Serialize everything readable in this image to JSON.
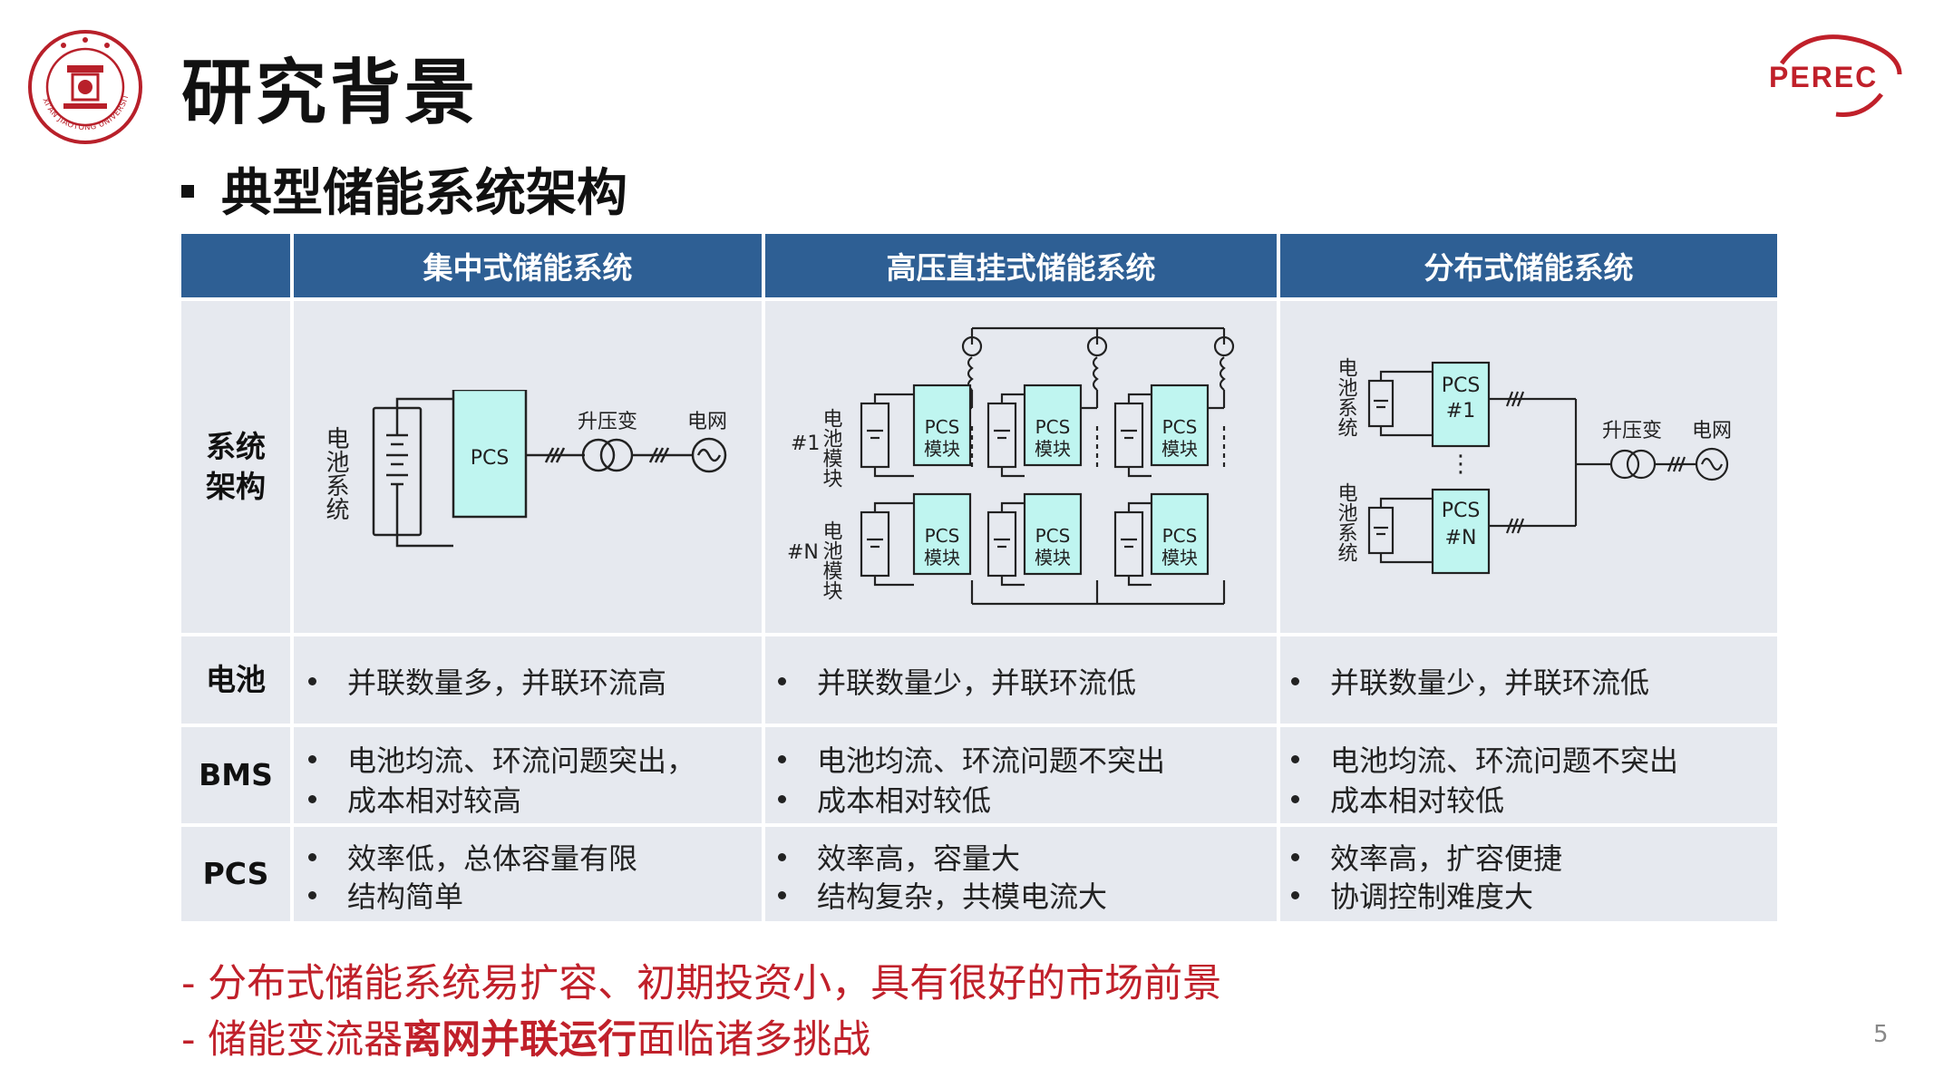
{
  "slide": {
    "title": "研究背景",
    "subtitle": "典型储能系统架构",
    "page_number": "5"
  },
  "logos": {
    "left": "xjtu-seal",
    "left_text": "XI'AN JIAOTONG UNIVERSITY",
    "right": "PEREC"
  },
  "table": {
    "columns": [
      "集中式储能系统",
      "高压直挂式储能系统",
      "分布式储能系统"
    ],
    "rows": [
      {
        "label": "系统\n架构"
      },
      {
        "label": "电池",
        "cells": [
          [
            "并联数量多，并联环流高"
          ],
          [
            "并联数量少，并联环流低"
          ],
          [
            "并联数量少，并联环流低"
          ]
        ]
      },
      {
        "label": "BMS",
        "cells": [
          [
            "电池均流、环流问题突出，",
            "成本相对较高"
          ],
          [
            "电池均流、环流问题不突出",
            "成本相对较低"
          ],
          [
            "电池均流、环流问题不突出",
            "成本相对较低"
          ]
        ]
      },
      {
        "label": "PCS",
        "cells": [
          [
            "效率低，总体容量有限",
            "结构简单"
          ],
          [
            "效率高，容量大",
            "结构复杂，共模电流大"
          ],
          [
            "效率高，扩容便捷",
            "协调控制难度大"
          ]
        ]
      }
    ]
  },
  "diagrams": {
    "centralized": {
      "battery": "电池系统",
      "pcs": "PCS",
      "transformer": "升压变",
      "grid": "电网"
    },
    "high_voltage": {
      "module1": "#1",
      "moduleN": "#N",
      "battery_module": "电池模块",
      "pcs_module_line1": "PCS",
      "pcs_module_line2": "模块"
    },
    "distributed": {
      "battery": "电池系统",
      "pcs1_line1": "PCS",
      "pcs1_line2": "#1",
      "pcsN_line1": "PCS",
      "pcsN_line2": "#N",
      "dots": "⋮",
      "transformer": "升压变",
      "grid": "电网"
    }
  },
  "footer": {
    "line1": "- 分布式储能系统易扩容、初期投资小，具有很好的市场前景",
    "line2_prefix": "- 储能变流器",
    "line2_bold": "离网并联运行",
    "line2_suffix": "面临诸多挑战"
  },
  "colors": {
    "header_bg": "#2e5f94",
    "cell_bg": "#e6e9ef",
    "pcs_box": "#bff5f0",
    "footer_text": "#c0202a",
    "logo_red": "#c0202a"
  }
}
